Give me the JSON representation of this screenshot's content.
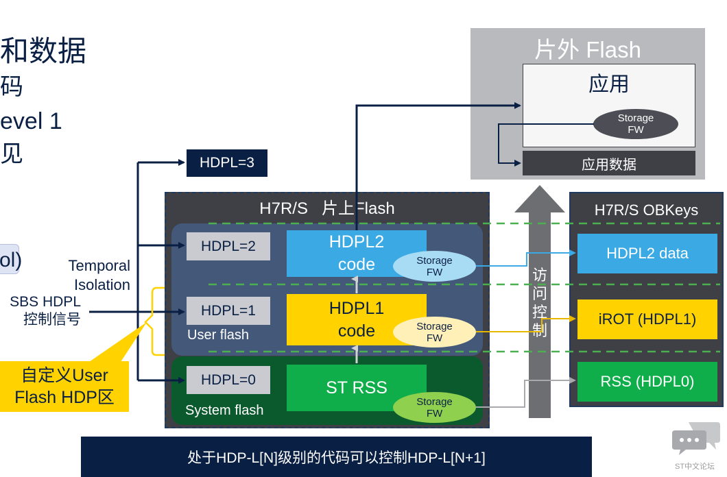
{
  "left_text": {
    "line1": "和数据",
    "line2": "码",
    "line3": "evel 1",
    "line4": "见",
    "pill": "ol)",
    "temporal_line1": "Temporal",
    "temporal_line2": "Isolation",
    "sbs_line1": "SBS HDPL",
    "sbs_line2": "控制信号"
  },
  "callout": {
    "line1": "自定义User",
    "line2": "Flash HDP区"
  },
  "hdpl3_box": "HDPL=3",
  "onchip": {
    "title": "H7R/S   片上Flash",
    "user_flash_label": "User flash",
    "system_flash_label": "System flash",
    "levels": [
      {
        "id": "2",
        "label": "HDPL=2",
        "code_line1": "HDPL2",
        "code_line2": "code",
        "storage_line1": "Storage",
        "storage_line2": "FW"
      },
      {
        "id": "1",
        "label": "HDPL=1",
        "code_line1": "HDPL1",
        "code_line2": "code",
        "storage_line1": "Storage",
        "storage_line2": "FW"
      },
      {
        "id": "0",
        "label": "HDPL=0",
        "code_line1": "ST RSS",
        "code_line2": "",
        "storage_line1": "Storage",
        "storage_line2": "FW"
      }
    ]
  },
  "offchip": {
    "title": "片外 Flash",
    "app_label": "应用",
    "storage_line1": "Storage",
    "storage_line2": "FW",
    "app_data_label": "应用数据"
  },
  "access_control": {
    "chars": [
      "访",
      "问",
      "控",
      "制"
    ]
  },
  "obkeys": {
    "title": "H7R/S OBKeys",
    "items": [
      {
        "label": "HDPL2 data",
        "color": "#3ba9e3"
      },
      {
        "label": "iROT (HDPL1)",
        "color": "#ffd200"
      },
      {
        "label": "RSS (HDPL0)",
        "color": "#0fae4b"
      }
    ]
  },
  "banner": "处于HDP-L[N]级别的代码可以控制HDP-L[N+1]",
  "watermark": "ST中文论坛",
  "colors": {
    "navy": "#0a1f44",
    "user_flash_bg": "#44587a",
    "system_flash_bg": "#0b5a2d",
    "hdpl2_code": "#3ba9e3",
    "hdpl1_code": "#ffd200",
    "st_rss": "#0fae4b",
    "callout": "#ffd200"
  }
}
